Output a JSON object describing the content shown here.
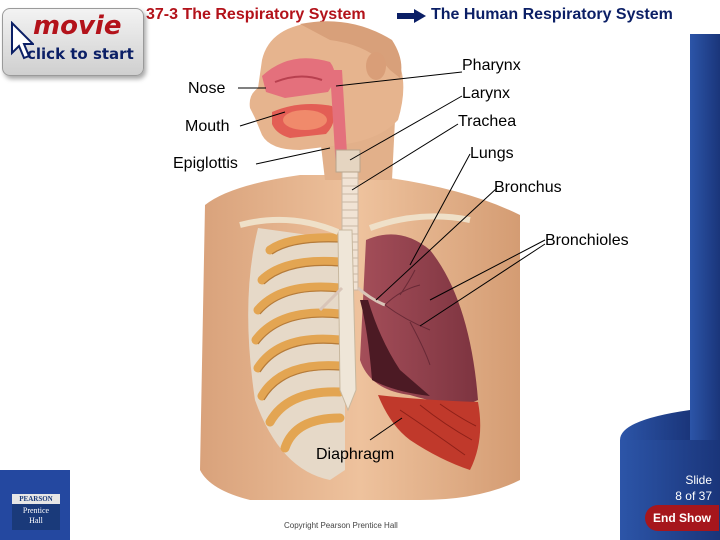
{
  "header": {
    "section_title": "37-3 The Respiratory System",
    "page_title": "The Human Respiratory System"
  },
  "movie_button": {
    "word": "movie",
    "subtitle": "click to start"
  },
  "labels": {
    "nose": "Nose",
    "mouth": "Mouth",
    "epiglottis": "Epiglottis",
    "pharynx": "Pharynx",
    "larynx": "Larynx",
    "trachea": "Trachea",
    "lungs": "Lungs",
    "bronchus": "Bronchus",
    "bronchioles": "Bronchioles",
    "diaphragm": "Diaphragm"
  },
  "footer": {
    "slide_label": "Slide",
    "slide_position": "8 of 37",
    "end_show": "End Show",
    "copyright": "Copyright Pearson Prentice Hall",
    "logo_top": "PEARSON",
    "logo_line1": "Prentice",
    "logo_line2": "Hall"
  },
  "colors": {
    "accent_red": "#b3121a",
    "title_blue": "#0b1f66",
    "sidebar_blue": "#1d3f8c",
    "skin": "#e9b98f",
    "lung": "#8e3b47",
    "rib": "#e9b060",
    "muscle": "#c0392b"
  }
}
